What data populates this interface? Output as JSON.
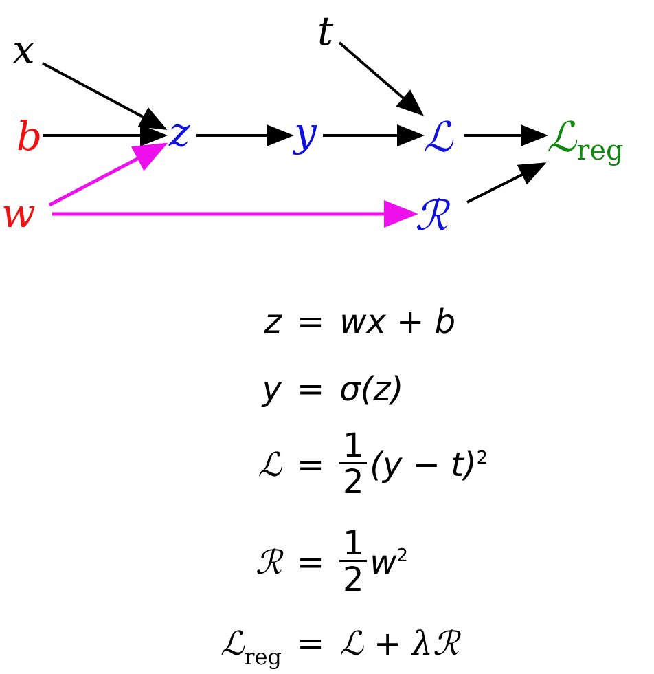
{
  "colors": {
    "input_red": "#ee1111",
    "intermediate_blue": "#1111dd",
    "output_green": "#118811",
    "weight_path_magenta": "#ee11ee",
    "edge_black": "#000000"
  },
  "nodes": {
    "x": "x",
    "t": "t",
    "b": "b",
    "w": "w",
    "z": "z",
    "y": "y",
    "L": "ℒ",
    "Lreg": "ℒ",
    "Lreg_sub": "reg",
    "R": "ℛ"
  },
  "equations": [
    {
      "lhs": "z",
      "op": "=",
      "rhs": "wx + b"
    },
    {
      "lhs": "y",
      "op": "=",
      "rhs": "σ(z)"
    },
    {
      "lhs": "ℒ",
      "op": "=",
      "num": "1",
      "den": "2",
      "rhs": "(y − t)",
      "sup": "2"
    },
    {
      "lhs": "ℛ",
      "op": "=",
      "num": "1",
      "den": "2",
      "rhs": "w",
      "sup": "2"
    },
    {
      "lhs": "ℒ",
      "lhs_sub": "reg",
      "op": "=",
      "rhs": "ℒ + λℛ"
    }
  ]
}
